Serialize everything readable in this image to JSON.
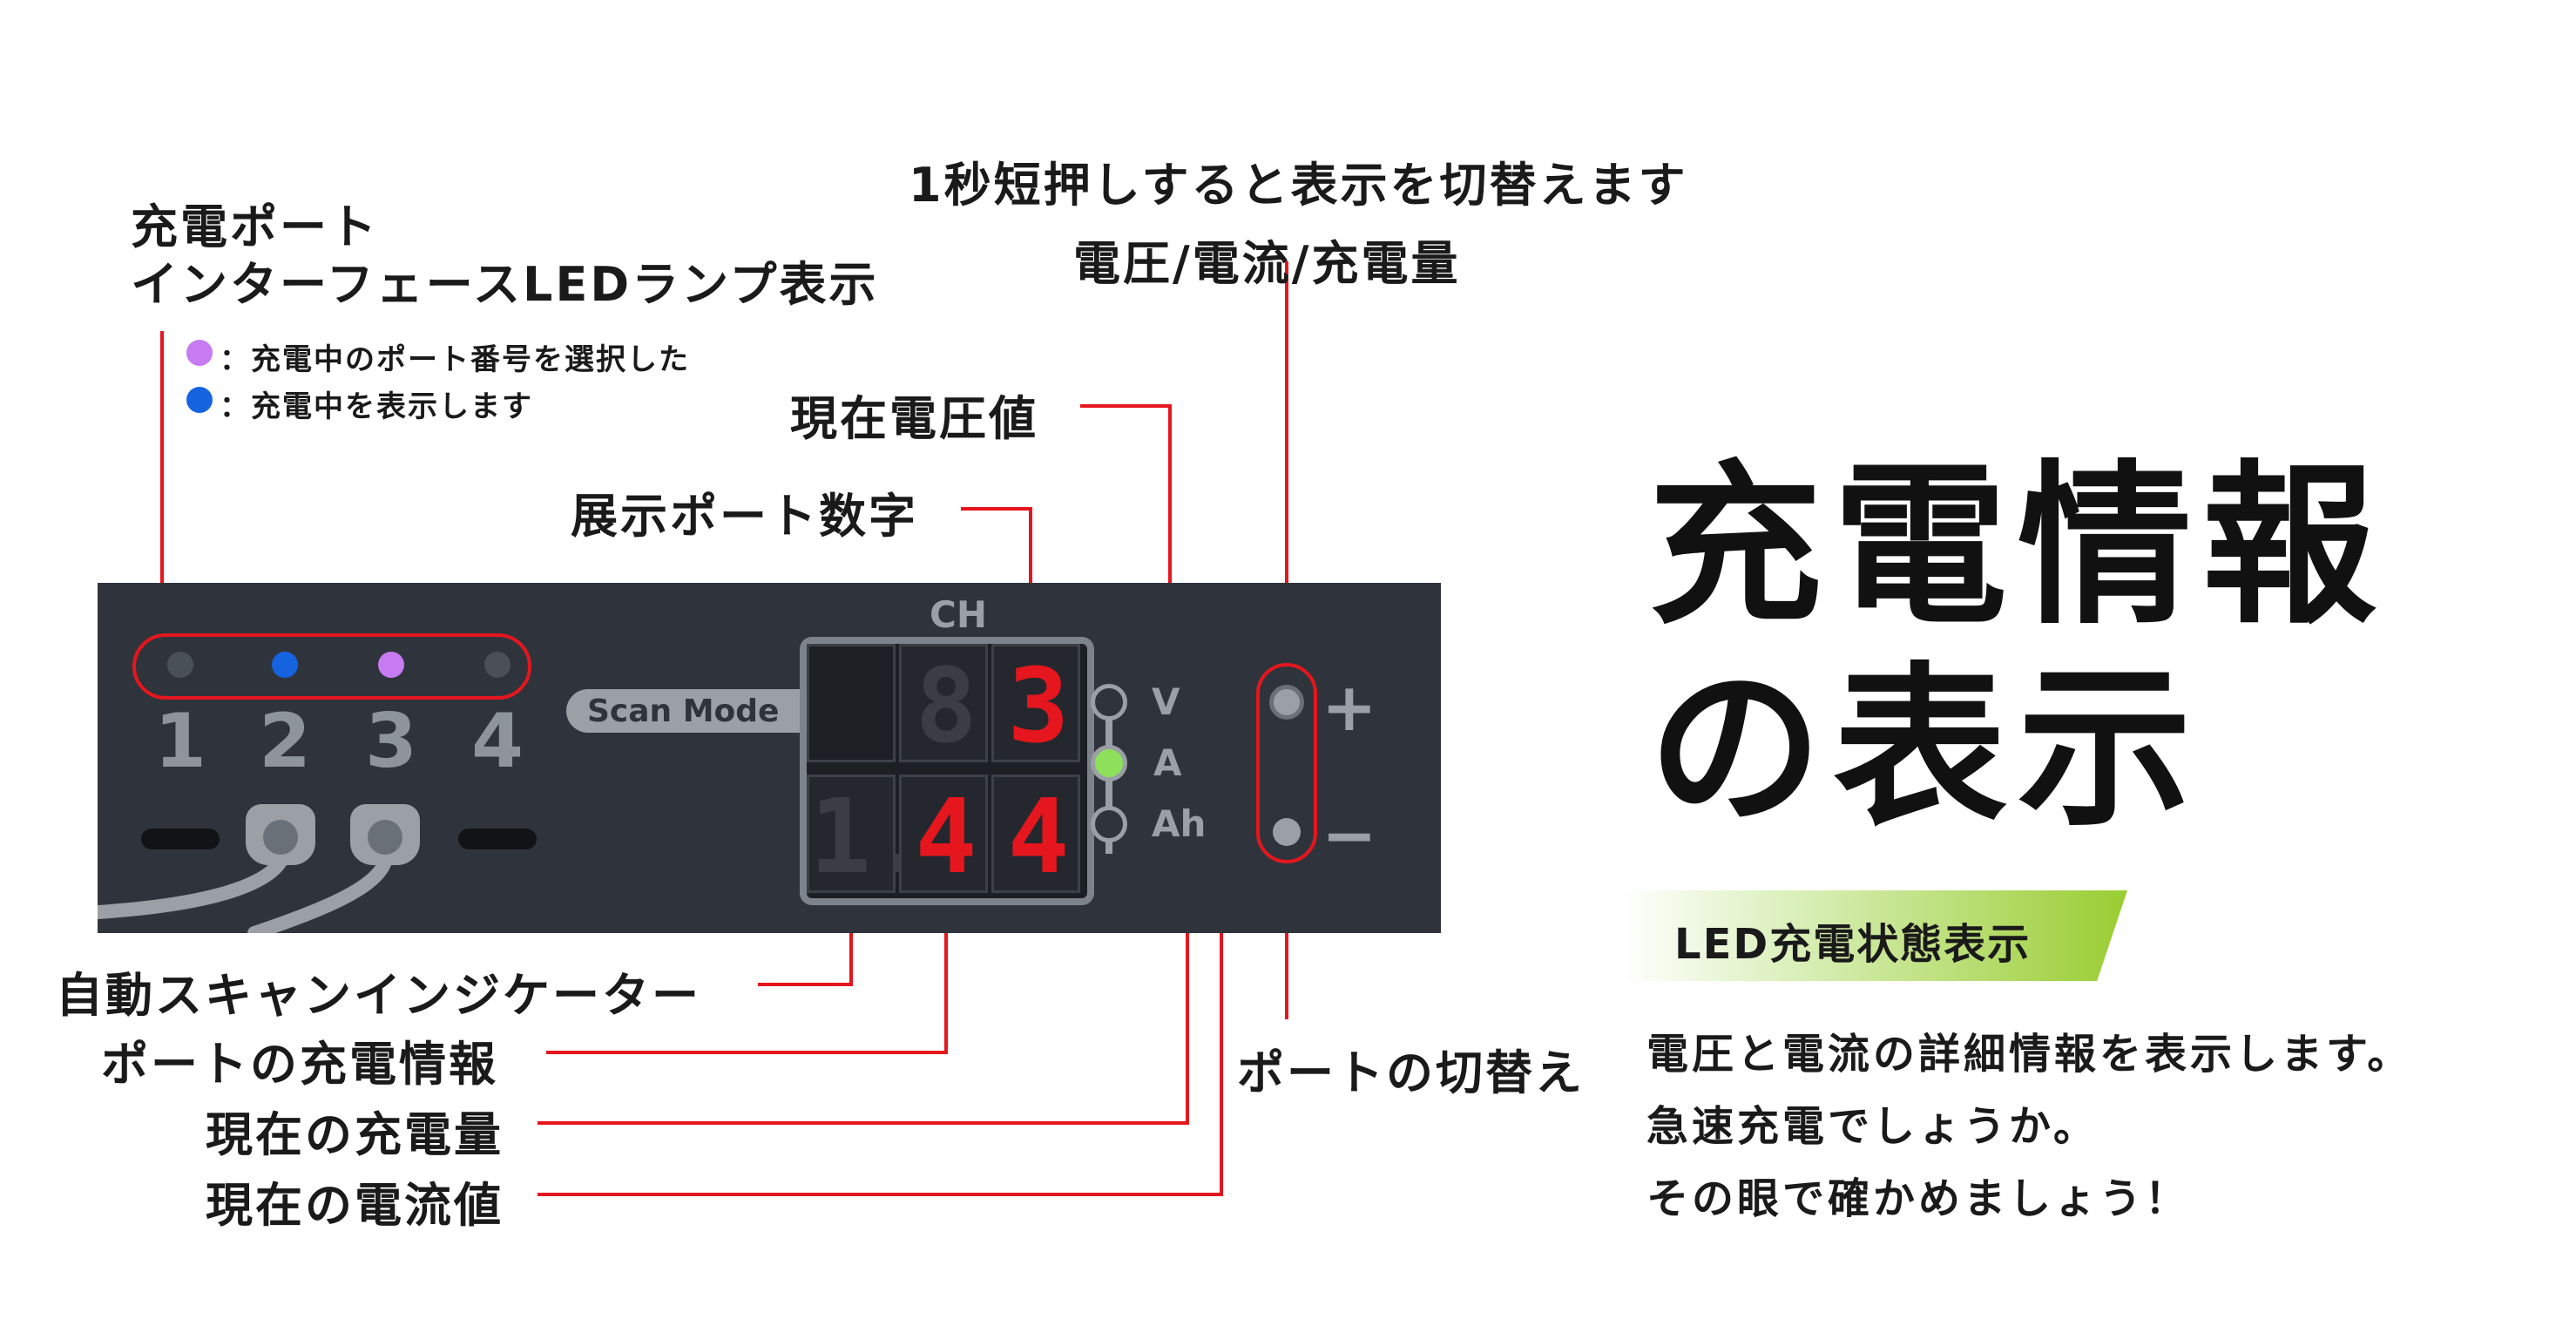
{
  "labels": {
    "press_switch": "1秒短押しすると表示を切替えます",
    "vac_toggle": "電圧/電流/充電量",
    "port_led_line1": "充電ポート",
    "port_led_line2": "インターフェースLEDランプ表示",
    "legend_purple": "：充電中のポート番号を選択した",
    "legend_blue": "：充電中を表示します",
    "current_voltage": "現在電圧値",
    "port_number_display": "展示ポート数字",
    "auto_scan": "自動スキャンインジケーター",
    "port_charge_info": "ポートの充電情報",
    "current_charge": "現在の充電量",
    "current_amp": "現在の電流値",
    "port_switch": "ポートの切替え"
  },
  "device": {
    "port_numbers": [
      "1",
      "2",
      "3",
      "4"
    ],
    "scan_mode": "Scan Mode",
    "ch_label": "CH",
    "digits_top": [
      "8",
      "3"
    ],
    "digits_bottom": [
      "1.",
      "4",
      "4"
    ],
    "units": [
      "V",
      "A",
      "Ah"
    ],
    "plus": "+",
    "minus": "−"
  },
  "hero": {
    "title_line1": "充電情報",
    "title_line2": "の表示",
    "badge": "LED充電状態表示",
    "body": [
      "電圧と電流の詳細情報を表示します。",
      "急速充電でしょうか。",
      "その眼で確かめましょう！"
    ]
  },
  "colors": {
    "annotation_red": "#e5161d",
    "led_blue": "#1663e0",
    "led_purple": "#c77bf0",
    "led_green": "#8ee05a",
    "device_bg": "#2f343c"
  }
}
